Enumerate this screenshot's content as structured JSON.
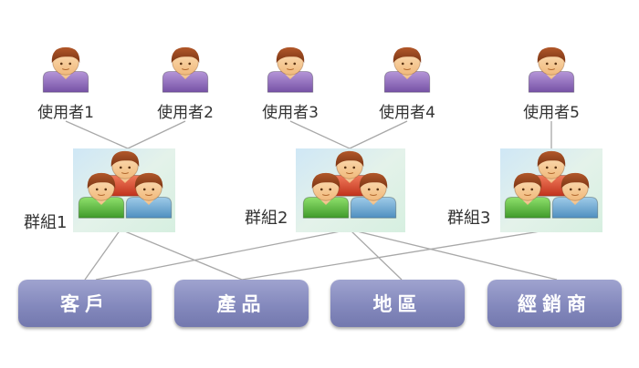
{
  "users": [
    "使用者1",
    "使用者2",
    "使用者3",
    "使用者4",
    "使用者5"
  ],
  "groups": [
    "群組1",
    "群組2",
    "群組3"
  ],
  "dimensions": [
    "客戶",
    "產品",
    "地區",
    "經銷商"
  ]
}
